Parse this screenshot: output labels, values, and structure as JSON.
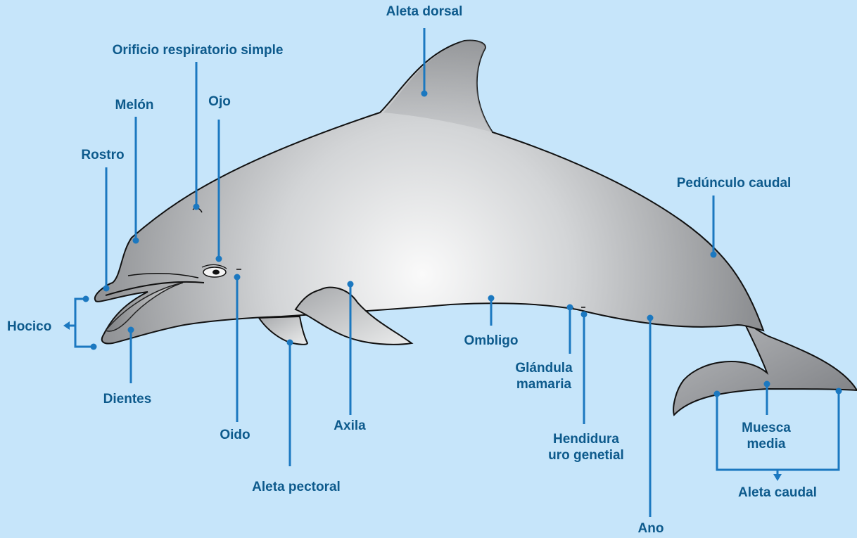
{
  "labels": {
    "aleta_dorsal": "Aleta dorsal",
    "orificio": "Orificio respiratorio simple",
    "melon": "Melón",
    "ojo": "Ojo",
    "rostro": "Rostro",
    "hocico": "Hocico",
    "dientes": "Dientes",
    "oido": "Oido",
    "aleta_pectoral": "Aleta pectoral",
    "axila": "Axila",
    "ombligo": "Ombligo",
    "glandula_1": "Glándula",
    "glandula_2": "mamaria",
    "hendidura_1": "Hendidura",
    "hendidura_2": "uro genetial",
    "ano": "Ano",
    "pedunculo": "Pedúnculo caudal",
    "muesca_1": "Muesca",
    "muesca_2": "media",
    "aleta_caudal": "Aleta caudal"
  },
  "colors": {
    "background": "#c6e5fa",
    "leader_line": "#1b78c0",
    "label_text": "#0d5a8c",
    "body_outline": "#111111",
    "body_shade_dark": "#8d8f92",
    "body_shade_light": "#f2f3f4"
  }
}
